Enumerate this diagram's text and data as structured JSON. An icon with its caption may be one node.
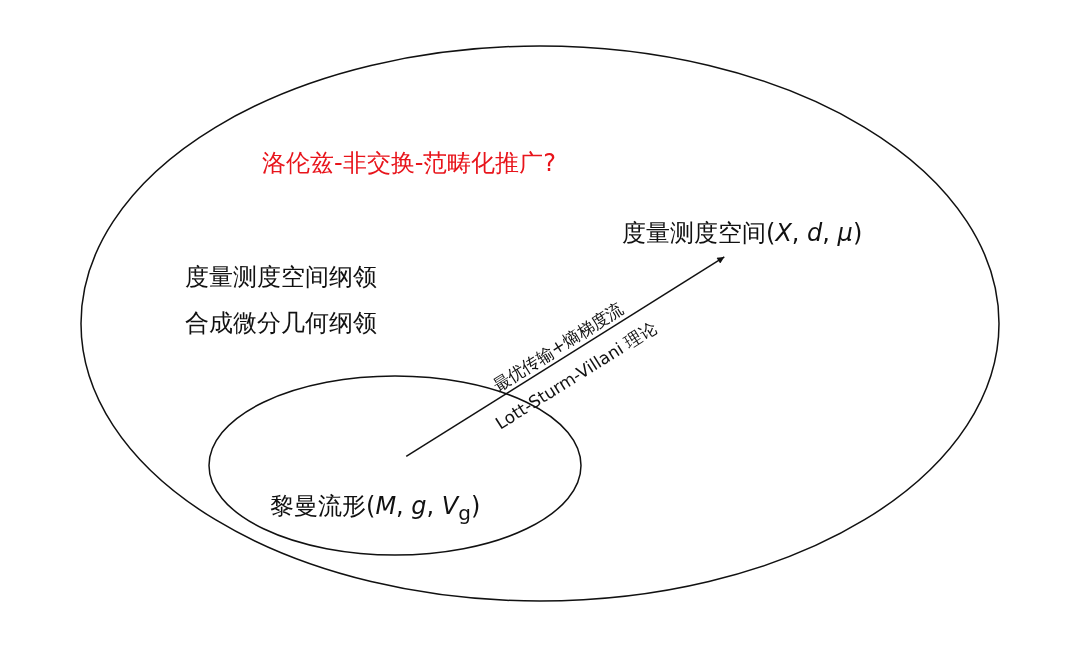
{
  "diagram": {
    "nodes": [
      {
        "text": [],
        "shape": "ellipse"
      },
      {
        "text": [
          "度量测度空间(*X*, *d*, *μ*)"
        ],
        "in": 0
      },
      {
        "text": [
          "黎曼流形(*M*, *g*, *V*$_{g}$)"
        ],
        "in": 0
      }
    ],
    "edges": [
      {
        "from": 2,
        "to": 1,
        "arrow": "to",
        "label": "最优传输+熵梯度流 Lott-Sturm-Villani 理论"
      }
    ],
    "labels": [
      "洛伦兹-非交换-范畴化推广?",
      "度量测度空间纲领",
      "合成微分几何纲领"
    ]
  }
}
